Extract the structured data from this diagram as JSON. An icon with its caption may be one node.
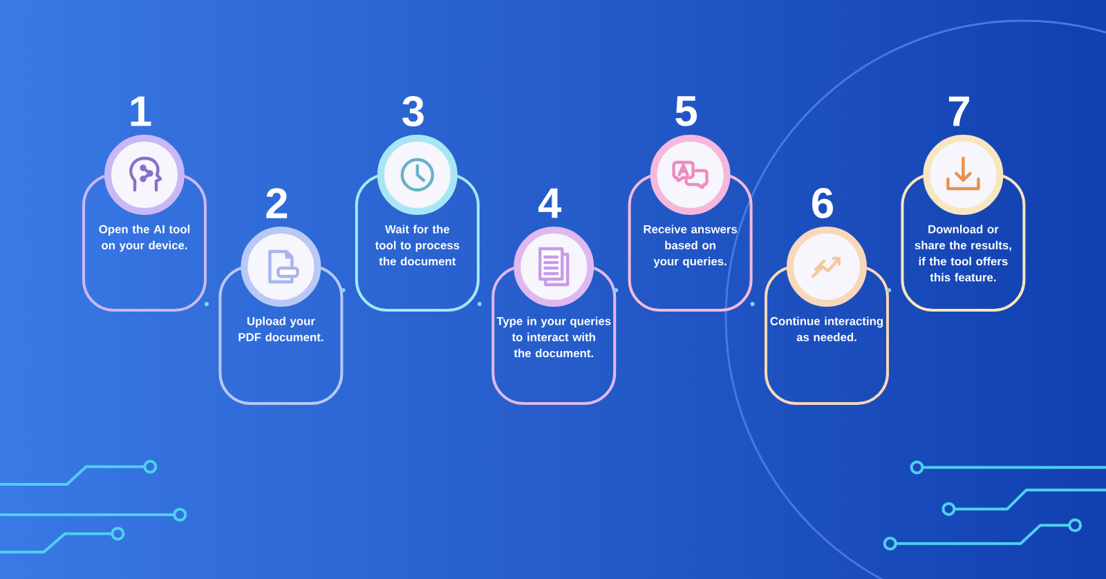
{
  "diagram": {
    "nodes": [
      {
        "text": [
          "1",
          "Open the AI tool on your device."
        ]
      },
      {
        "text": [
          "2",
          "Upload your PDF document."
        ]
      },
      {
        "text": [
          "3",
          "Wait for the tool to process the document"
        ]
      },
      {
        "text": [
          "4",
          "Type in your queries to interact with the document."
        ]
      },
      {
        "text": [
          "5",
          "Receive answers based on your queries."
        ]
      },
      {
        "text": [
          "6",
          "Continue interacting as needed."
        ]
      },
      {
        "text": [
          "7",
          "Download or share the results, if the tool offers this feature."
        ]
      }
    ],
    "edges": [
      {
        "from": 0,
        "to": 1,
        "arrow": "none",
        "style": "dashed"
      },
      {
        "from": 1,
        "to": 2,
        "arrow": "none",
        "style": "dashed"
      },
      {
        "from": 2,
        "to": 3,
        "arrow": "none",
        "style": "dashed"
      },
      {
        "from": 3,
        "to": 4,
        "arrow": "none",
        "style": "dashed"
      },
      {
        "from": 4,
        "to": 5,
        "arrow": "none",
        "style": "dashed"
      },
      {
        "from": 5,
        "to": 6,
        "arrow": "none",
        "style": "dashed"
      }
    ]
  }
}
